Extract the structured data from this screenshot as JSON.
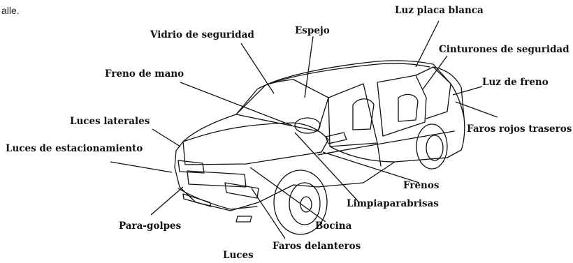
{
  "fragment": "alle.",
  "labels": {
    "luz_placa_blanca": "Luz placa blanca",
    "vidrio_de_seguridad": "Vidrio de seguridad",
    "espejo": "Espejo",
    "cinturones_de_seguridad": "Cinturones de seguridad",
    "freno_de_mano": "Freno de mano",
    "luz_de_freno": "Luz de freno",
    "luces_laterales": "Luces laterales",
    "faros_rojos_traseros": "Faros rojos traseros",
    "luces_de_estacionamiento": "Luces de estacionamiento",
    "frenos": "Frenos",
    "limpiaparabrisas": "Limpiaparabrisas",
    "para_golpes": "Para-golpes",
    "bocina": "Bocina",
    "luces": "Luces",
    "faros_delanteros": "Faros delanteros"
  }
}
